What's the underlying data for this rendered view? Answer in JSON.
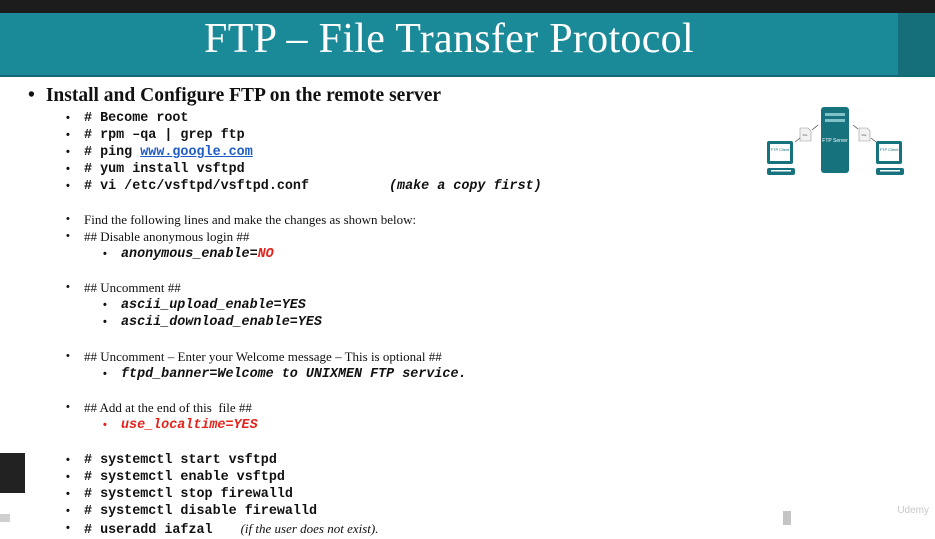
{
  "slide": {
    "title": "FTP – File Transfer Protocol",
    "main_bullet": "Install and Configure FTP on the remote server",
    "commands": [
      {
        "prefix": "# Become root",
        "link": "",
        "note": ""
      },
      {
        "prefix": "# rpm –qa | grep ftp",
        "link": "",
        "note": ""
      },
      {
        "prefix": "# ping ",
        "link": "www.google.com",
        "note": ""
      },
      {
        "prefix": "# yum install vsftpd",
        "link": "",
        "note": ""
      },
      {
        "prefix": "# vi /etc/vsftpd/vsftpd.conf",
        "link": "",
        "note": "(make a copy first)"
      }
    ],
    "find_lines": "Find the following lines and make the changes as shown below:",
    "sections": {
      "disable_anon": {
        "header": "## Disable anonymous login ##",
        "setting_key": "anonymous_enable=",
        "setting_value": "NO"
      },
      "uncomment": {
        "header": "## Uncomment ##",
        "items": [
          "ascii_upload_enable=YES",
          "ascii_download_enable=YES"
        ]
      },
      "welcome": {
        "header": "## Uncomment – Enter your Welcome message – This is optional ##",
        "item": "ftpd_banner=Welcome to UNIXMEN FTP service."
      },
      "localtime": {
        "header": "## Add at the end of this  file ##",
        "item": "use_localtime=YES"
      }
    },
    "final_commands": [
      "# systemctl start vsftpd",
      "# systemctl enable vsftpd",
      "# systemctl stop firewalld",
      "# systemctl disable firewalld",
      "# useradd iafzal"
    ],
    "final_note": "(if the user does not exist).",
    "diagram": {
      "client_left": "FTP Client",
      "server": "FTP Server",
      "client_right": "FTP Client",
      "file_left": "File",
      "file_right": "File"
    },
    "watermark": "Udemy"
  },
  "colors": {
    "title_bar": "#1a8a98",
    "link": "#1f5cc8",
    "highlight_red": "#e3231c",
    "diagram_teal": "#16727d"
  }
}
